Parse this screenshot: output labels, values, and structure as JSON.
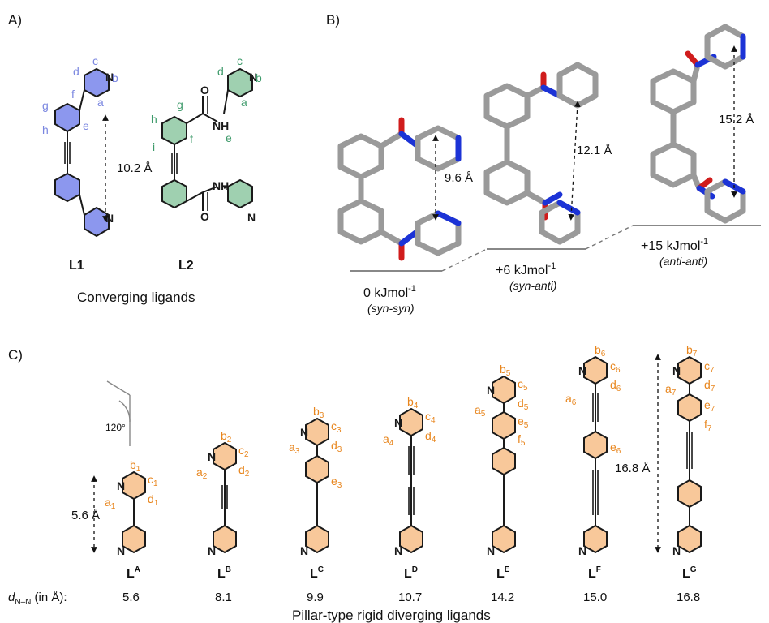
{
  "panels": {
    "a": "A)",
    "b": "B)",
    "c": "C)"
  },
  "panel_a": {
    "l1_name": "L1",
    "l2_name": "L2",
    "caption": "Converging ligands",
    "distance": "10.2  Å",
    "atom_N": "N",
    "atom_O": "O",
    "amide_NH": "NH",
    "l1_letters": [
      "a",
      "b",
      "c",
      "d",
      "e",
      "f",
      "g",
      "h"
    ],
    "l2_letters": [
      "a",
      "b",
      "c",
      "d",
      "e",
      "f",
      "g",
      "h",
      "i"
    ]
  },
  "panel_b": {
    "conformers": [
      {
        "energy": "0 kJmol",
        "exp": "-1",
        "label": "syn-syn",
        "distance": "9.6 Å"
      },
      {
        "energy": "+6 kJmol",
        "exp": "-1",
        "label": "syn-anti",
        "distance": "12.1 Å"
      },
      {
        "energy": "+15 kJmol",
        "exp": "-1",
        "label": "anti-anti",
        "distance": "15.2 Å"
      }
    ]
  },
  "panel_c": {
    "angle": "120°",
    "dist_left": "5.6 Å",
    "dist_right": "16.8 Å",
    "row_label_main": "d",
    "row_label_sub": "N–N",
    "row_label_tail": " (in Å):",
    "caption": "Pillar-type rigid diverging ligands",
    "ligands": [
      {
        "base": "L",
        "sup": "A",
        "dnn": "5.6"
      },
      {
        "base": "L",
        "sup": "B",
        "dnn": "8.1"
      },
      {
        "base": "L",
        "sup": "C",
        "dnn": "9.9"
      },
      {
        "base": "L",
        "sup": "D",
        "dnn": "10.7"
      },
      {
        "base": "L",
        "sup": "E",
        "dnn": "14.2"
      },
      {
        "base": "L",
        "sup": "F",
        "dnn": "15.0"
      },
      {
        "base": "L",
        "sup": "G",
        "dnn": "16.8"
      }
    ]
  },
  "colors": {
    "l1_fill": "#8c97ee",
    "l2_fill": "#9fd0b0",
    "l1_text": "#7a86e0",
    "l2_text": "#3d9a6a",
    "c_fill": "#f8c89a",
    "c_text": "#e8861e",
    "nitrogen": "#1c33d6",
    "oxygen": "#d01c1c",
    "carbon": "#9a9a9a"
  }
}
